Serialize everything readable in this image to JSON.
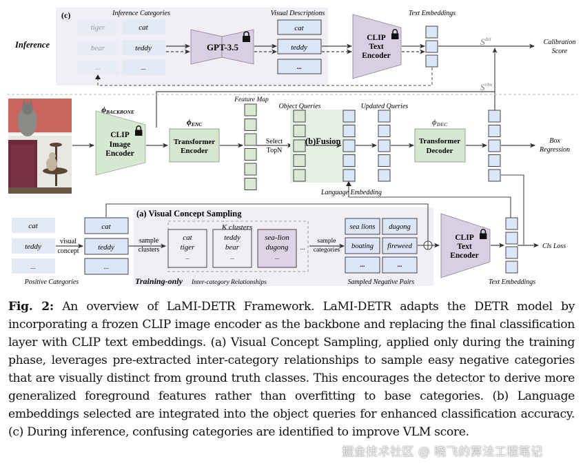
{
  "inference": {
    "row_label": "Inference",
    "panel_tag": "(c)",
    "categories_title": "Inference Categories",
    "categories": [
      {
        "left": "tiger",
        "right": "cat"
      },
      {
        "left": "bear",
        "right": "teddy"
      },
      {
        "left": "...",
        "right": "..."
      }
    ],
    "gpt_label": "GPT-3.5",
    "visual_descriptions_title": "Visual Descriptions",
    "visual_descriptions": [
      "cat",
      "teddy",
      "..."
    ],
    "text_encoder_lines": [
      "CLIP",
      "Text",
      "Encoder"
    ],
    "text_embeddings_title": "Text Embeddings",
    "s_det": "S",
    "s_det_sup": "det",
    "s_vlm": "S",
    "s_vlm_sup": "vlm",
    "output_lines": [
      "Calibration",
      "Score"
    ]
  },
  "main": {
    "backbone_symbol": "ϕ",
    "backbone_sub": "BACKBONE",
    "image_encoder_lines": [
      "CLIP",
      "Image",
      "Encoder"
    ],
    "enc_symbol": "ϕ",
    "enc_sub": "ENC",
    "transformer_encoder_lines": [
      "Transformer",
      "Encoder"
    ],
    "feature_map_title": "Feature Map",
    "select_lines": [
      "Select",
      "TopN"
    ],
    "object_queries_title": "Object Queries",
    "fusion_label": "(b)Fusion",
    "updated_queries_title": "Updated Queries",
    "language_embedding_label": "Language Embedding",
    "dec_symbol": "ϕ",
    "dec_sub": "DEC",
    "transformer_decoder_lines": [
      "Transformer",
      "Decoder"
    ],
    "box_regression_lines": [
      "Box",
      "Regression"
    ]
  },
  "training": {
    "positive_categories": [
      "cat",
      "teddy",
      "..."
    ],
    "positive_title": "Positive Categories",
    "visual_concept_lines": [
      "visual",
      "concept"
    ],
    "concept_boxes": [
      "cat",
      "teddy",
      "..."
    ],
    "panel_title": "(a) Visual Concept Sampling",
    "sample_clusters_lines": [
      "sample",
      "clusters"
    ],
    "k_clusters_label": "K clusters",
    "clusters": [
      {
        "lines": [
          "cat",
          "tiger",
          "..."
        ]
      },
      {
        "lines": [
          "teddy",
          "bear",
          "..."
        ]
      },
      {
        "lines": [
          "sea-lion",
          "dugong",
          "..."
        ]
      }
    ],
    "cluster_ellipsis": "...",
    "sample_categories_lines": [
      "sample",
      "categories"
    ],
    "negative_pairs": [
      {
        "left": "sea lions",
        "right": "dugong"
      },
      {
        "left": "boating",
        "right": "fireweed"
      },
      {
        "left": "...",
        "right": "..."
      }
    ],
    "training_only_label": "Training-only",
    "inter_category_label": "Inter-category Relationships",
    "sampled_negative_title": "Sampled Negative Pairs",
    "text_encoder_lines": [
      "CLIP",
      "Text",
      "Encoder"
    ],
    "text_embeddings_title": "Text Embeddings",
    "cls_loss_label": "Cls Loss"
  },
  "caption": {
    "fig_label": "Fig. 2:",
    "text": " An overview of LaMI-DETR Framework. LaMI-DETR adapts the DETR model by incorporating a frozen CLIP image encoder as the backbone and replacing the final classification layer with CLIP text embeddings. (a) Visual Concept Sampling, applied only during the training phase, leverages pre-extracted inter-category relationships to sample easy negative categories that are visually distinct from ground truth classes. This encourages the detector to derive more generalized foreground features rather than overfitting to base categories. (b) Language embeddings selected are integrated into the object queries for enhanced classification accuracy. (c) During inference, confusing categories are identified to improve VLM score."
  },
  "watermark": "掘金技术社区 @ 晓飞的算法工程笔记",
  "colors": {
    "panel_lavender": "#f1eff5",
    "box_blue": "#dbe6f6",
    "box_green": "#d9e8d4",
    "encoder_purple": "#d9cfe2",
    "encoder_green": "#d7e8d2",
    "fusion_bg": "#e6efe3",
    "line": "#444444"
  }
}
